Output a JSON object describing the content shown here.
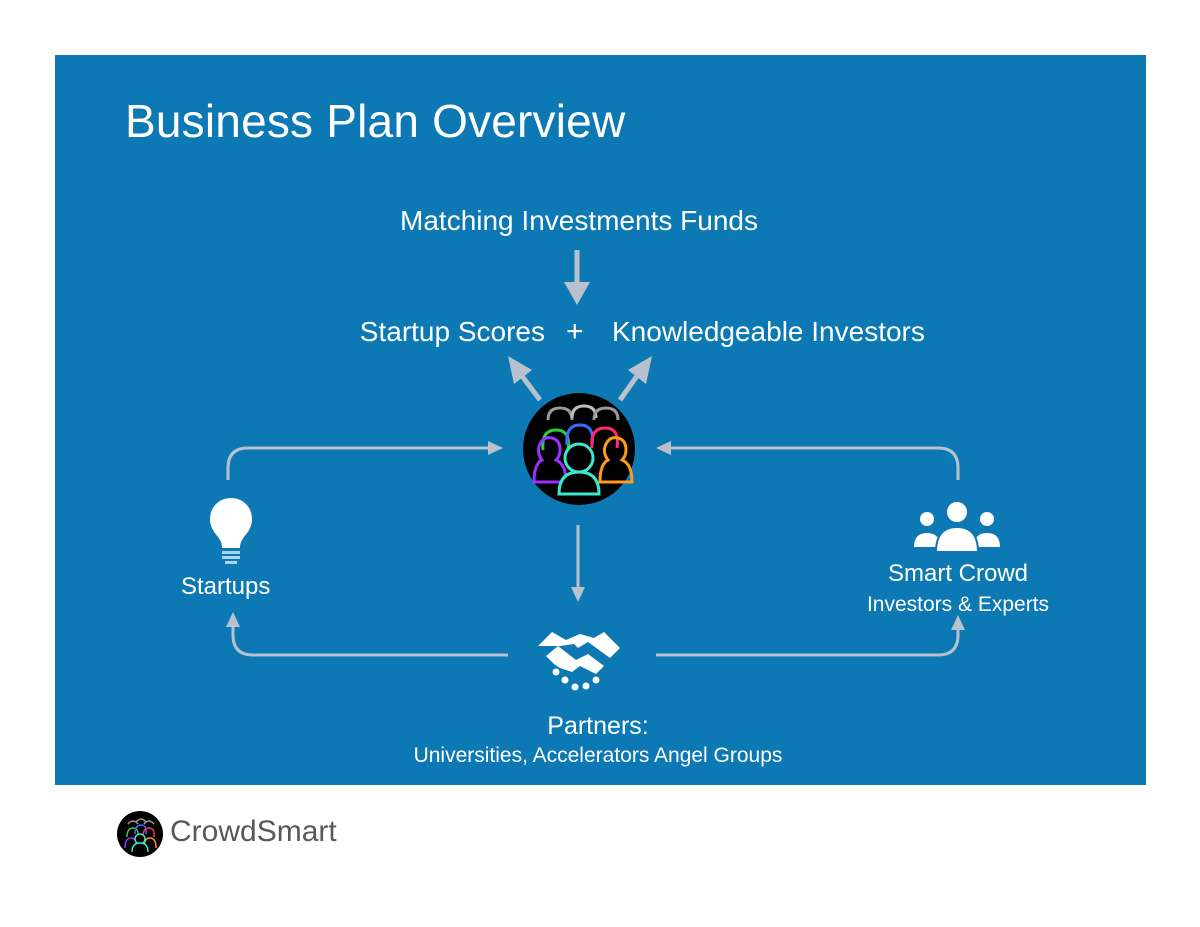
{
  "slide": {
    "title": "Business Plan Overview",
    "background_color": "#0c78b4"
  },
  "diagram": {
    "top_label": "Matching Investments Funds",
    "left_output": "Startup Scores",
    "operator": "+",
    "right_output": "Knowledgeable Investors",
    "center_icon": "crowd-people-icon",
    "left_node": {
      "label": "Startups",
      "icon": "lightbulb-icon"
    },
    "right_node": {
      "label": "Smart Crowd",
      "sublabel": "Investors & Experts",
      "icon": "people-group-icon"
    },
    "bottom_node": {
      "label": "Partners:",
      "sublabel": "Universities, Accelerators Angel Groups",
      "icon": "handshake-icon"
    },
    "arrow_color": "#b8c2cc"
  },
  "footer": {
    "brand": "CrowdSmart",
    "logo_icon": "crowdsmart-logo-icon"
  }
}
